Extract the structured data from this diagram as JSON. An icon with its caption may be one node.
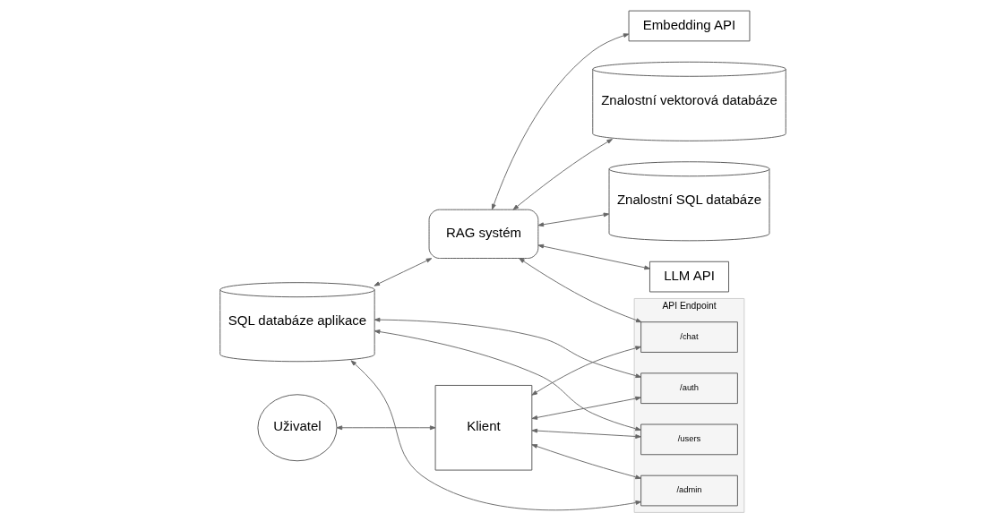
{
  "diagram": {
    "nodes": [
      {
        "text": [
          "API Endpoint"
        ]
      },
      {
        "text": [
          "/auth"
        ],
        "in": 0
      },
      {
        "text": [
          "/users"
        ],
        "in": 0
      },
      {
        "text": [
          "/admin"
        ],
        "in": 0
      },
      {
        "text": [
          "/chat"
        ],
        "in": 0
      },
      {
        "text": [
          "SQL databáze aplikace"
        ]
      },
      {
        "text": [
          "Uživatel"
        ]
      },
      {
        "text": [
          "Znalostní vektorová databáze"
        ]
      },
      {
        "text": [
          "RAG systém"
        ]
      },
      {
        "text": [
          "Klient"
        ]
      },
      {
        "text": [
          "Znalostní SQL databáze"
        ]
      },
      {
        "text": [
          "LLM API"
        ]
      },
      {
        "text": [
          "Embedding API"
        ]
      }
    ],
    "edges": [
      {
        "from": 5,
        "to": 1,
        "arrow": "both"
      },
      {
        "from": 5,
        "to": 2,
        "arrow": "both"
      },
      {
        "from": 5,
        "to": 3,
        "arrow": "both"
      },
      {
        "from": 5,
        "to": 8,
        "arrow": "both"
      },
      {
        "from": 8,
        "to": 7,
        "arrow": "both"
      },
      {
        "from": 8,
        "to": 10,
        "arrow": "both"
      },
      {
        "from": 8,
        "to": 11,
        "arrow": "both"
      },
      {
        "from": 8,
        "to": 12,
        "arrow": "both"
      },
      {
        "from": 8,
        "to": 4,
        "arrow": "both"
      },
      {
        "from": 9,
        "to": 1,
        "arrow": "both"
      },
      {
        "from": 9,
        "to": 2,
        "arrow": "both"
      },
      {
        "from": 9,
        "to": 3,
        "arrow": "both"
      },
      {
        "from": 9,
        "to": 4,
        "arrow": "both"
      },
      {
        "from": 6,
        "to": 9,
        "arrow": "both"
      }
    ]
  }
}
